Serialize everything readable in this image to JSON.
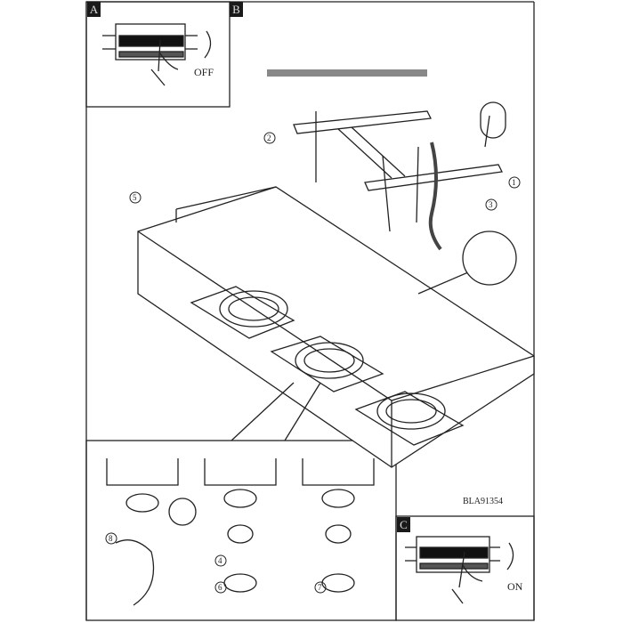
{
  "panels": {
    "a": {
      "label": "A",
      "switch_text": "OFF"
    },
    "b": {
      "label": "B"
    },
    "c": {
      "label": "C",
      "switch_text": "ON"
    }
  },
  "model_number": "BLA91354",
  "step_markers": [
    "1",
    "2",
    "3",
    "4",
    "5",
    "6",
    "7",
    "8"
  ]
}
